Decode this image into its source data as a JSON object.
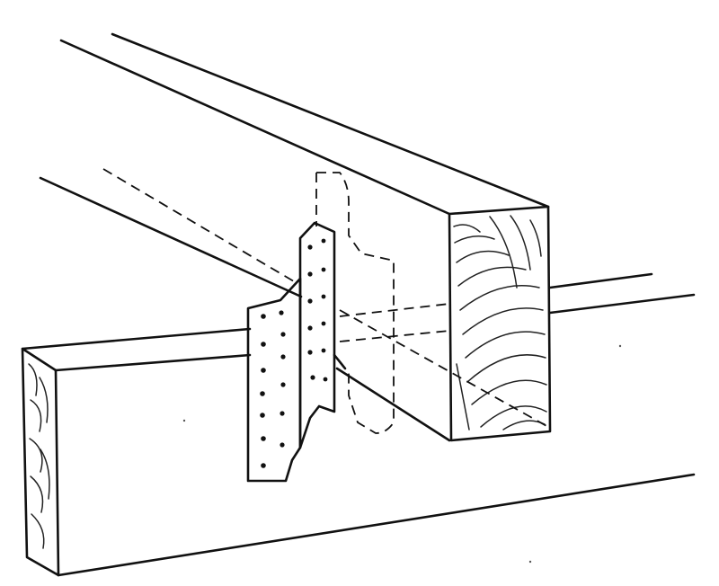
{
  "figure": {
    "background": "#ffffff",
    "ink_color": "#111111",
    "icons": [
      "timber-joist",
      "timber-beam",
      "metal-framing-anchor",
      "nail-hole"
    ]
  }
}
